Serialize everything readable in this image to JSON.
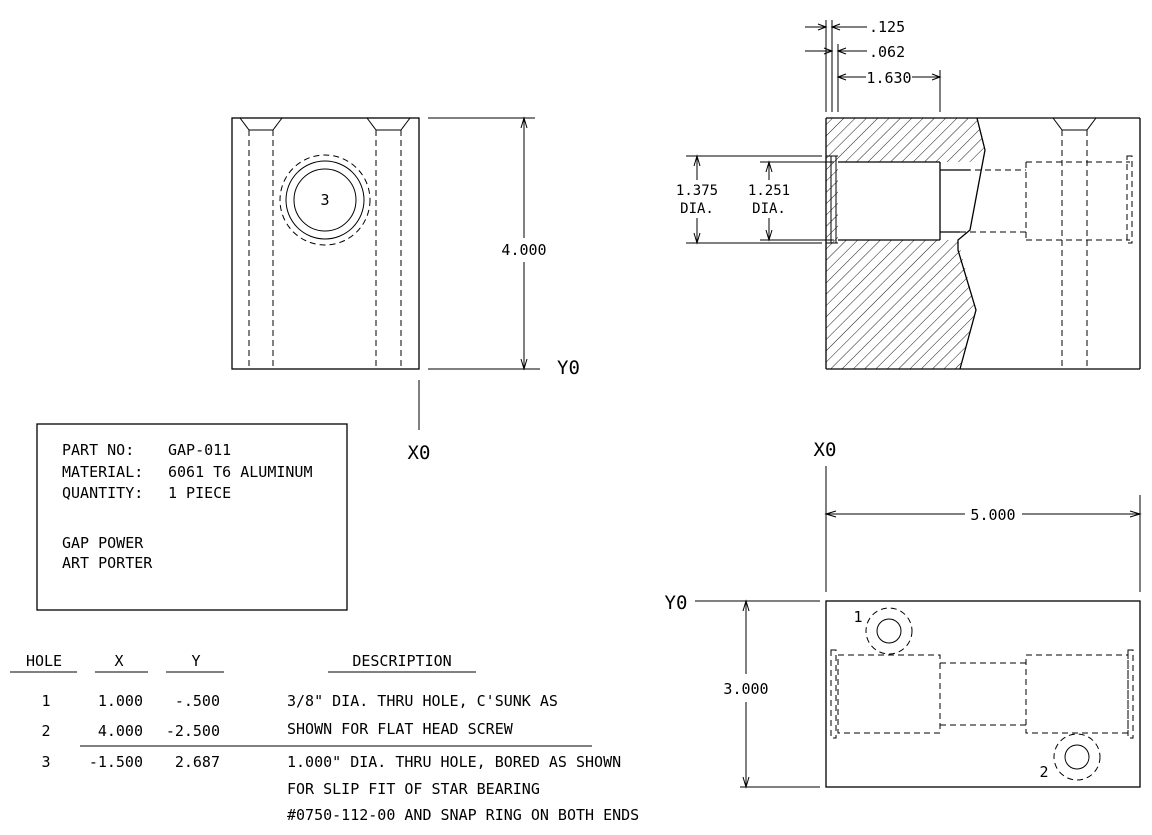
{
  "info_box": {
    "part_no_label": "PART NO:",
    "part_no_value": "GAP-011",
    "material_label": "MATERIAL:",
    "material_value": "6061 T6 ALUMINUM",
    "quantity_label": "QUANTITY:",
    "quantity_value": "1 PIECE",
    "company": "GAP POWER",
    "designer": "ART PORTER"
  },
  "front_view": {
    "hole_label": "3",
    "height_dim": "4.000",
    "y0_label": "Y0",
    "x0_label": "X0"
  },
  "section_view": {
    "dim_125": ".125",
    "dim_062": ".062",
    "dim_1630": "1.630",
    "outer_dia": "1.375",
    "outer_dia_unit": "DIA.",
    "inner_dia": "1.251",
    "inner_dia_unit": "DIA."
  },
  "top_view": {
    "x0_label": "X0",
    "y0_label": "Y0",
    "width_dim": "5.000",
    "depth_dim": "3.000",
    "hole1_label": "1",
    "hole2_label": "2"
  },
  "hole_table": {
    "headers": {
      "hole": "HOLE",
      "x": "X",
      "y": "Y",
      "description": "DESCRIPTION"
    },
    "rows": [
      {
        "hole": "1",
        "x": "1.000",
        "y": "-.500",
        "desc1": "3/8\" DIA. THRU HOLE, C'SUNK AS",
        "desc2": "SHOWN FOR FLAT HEAD SCREW",
        "desc3": ""
      },
      {
        "hole": "2",
        "x": "4.000",
        "y": "-2.500",
        "desc1": "",
        "desc2": "",
        "desc3": ""
      },
      {
        "hole": "3",
        "x": "-1.500",
        "y": "2.687",
        "desc1": "1.000\" DIA. THRU HOLE, BORED AS SHOWN",
        "desc2": "FOR SLIP FIT OF STAR BEARING",
        "desc3": "#0750-112-00 AND SNAP RING ON BOTH ENDS"
      }
    ]
  }
}
